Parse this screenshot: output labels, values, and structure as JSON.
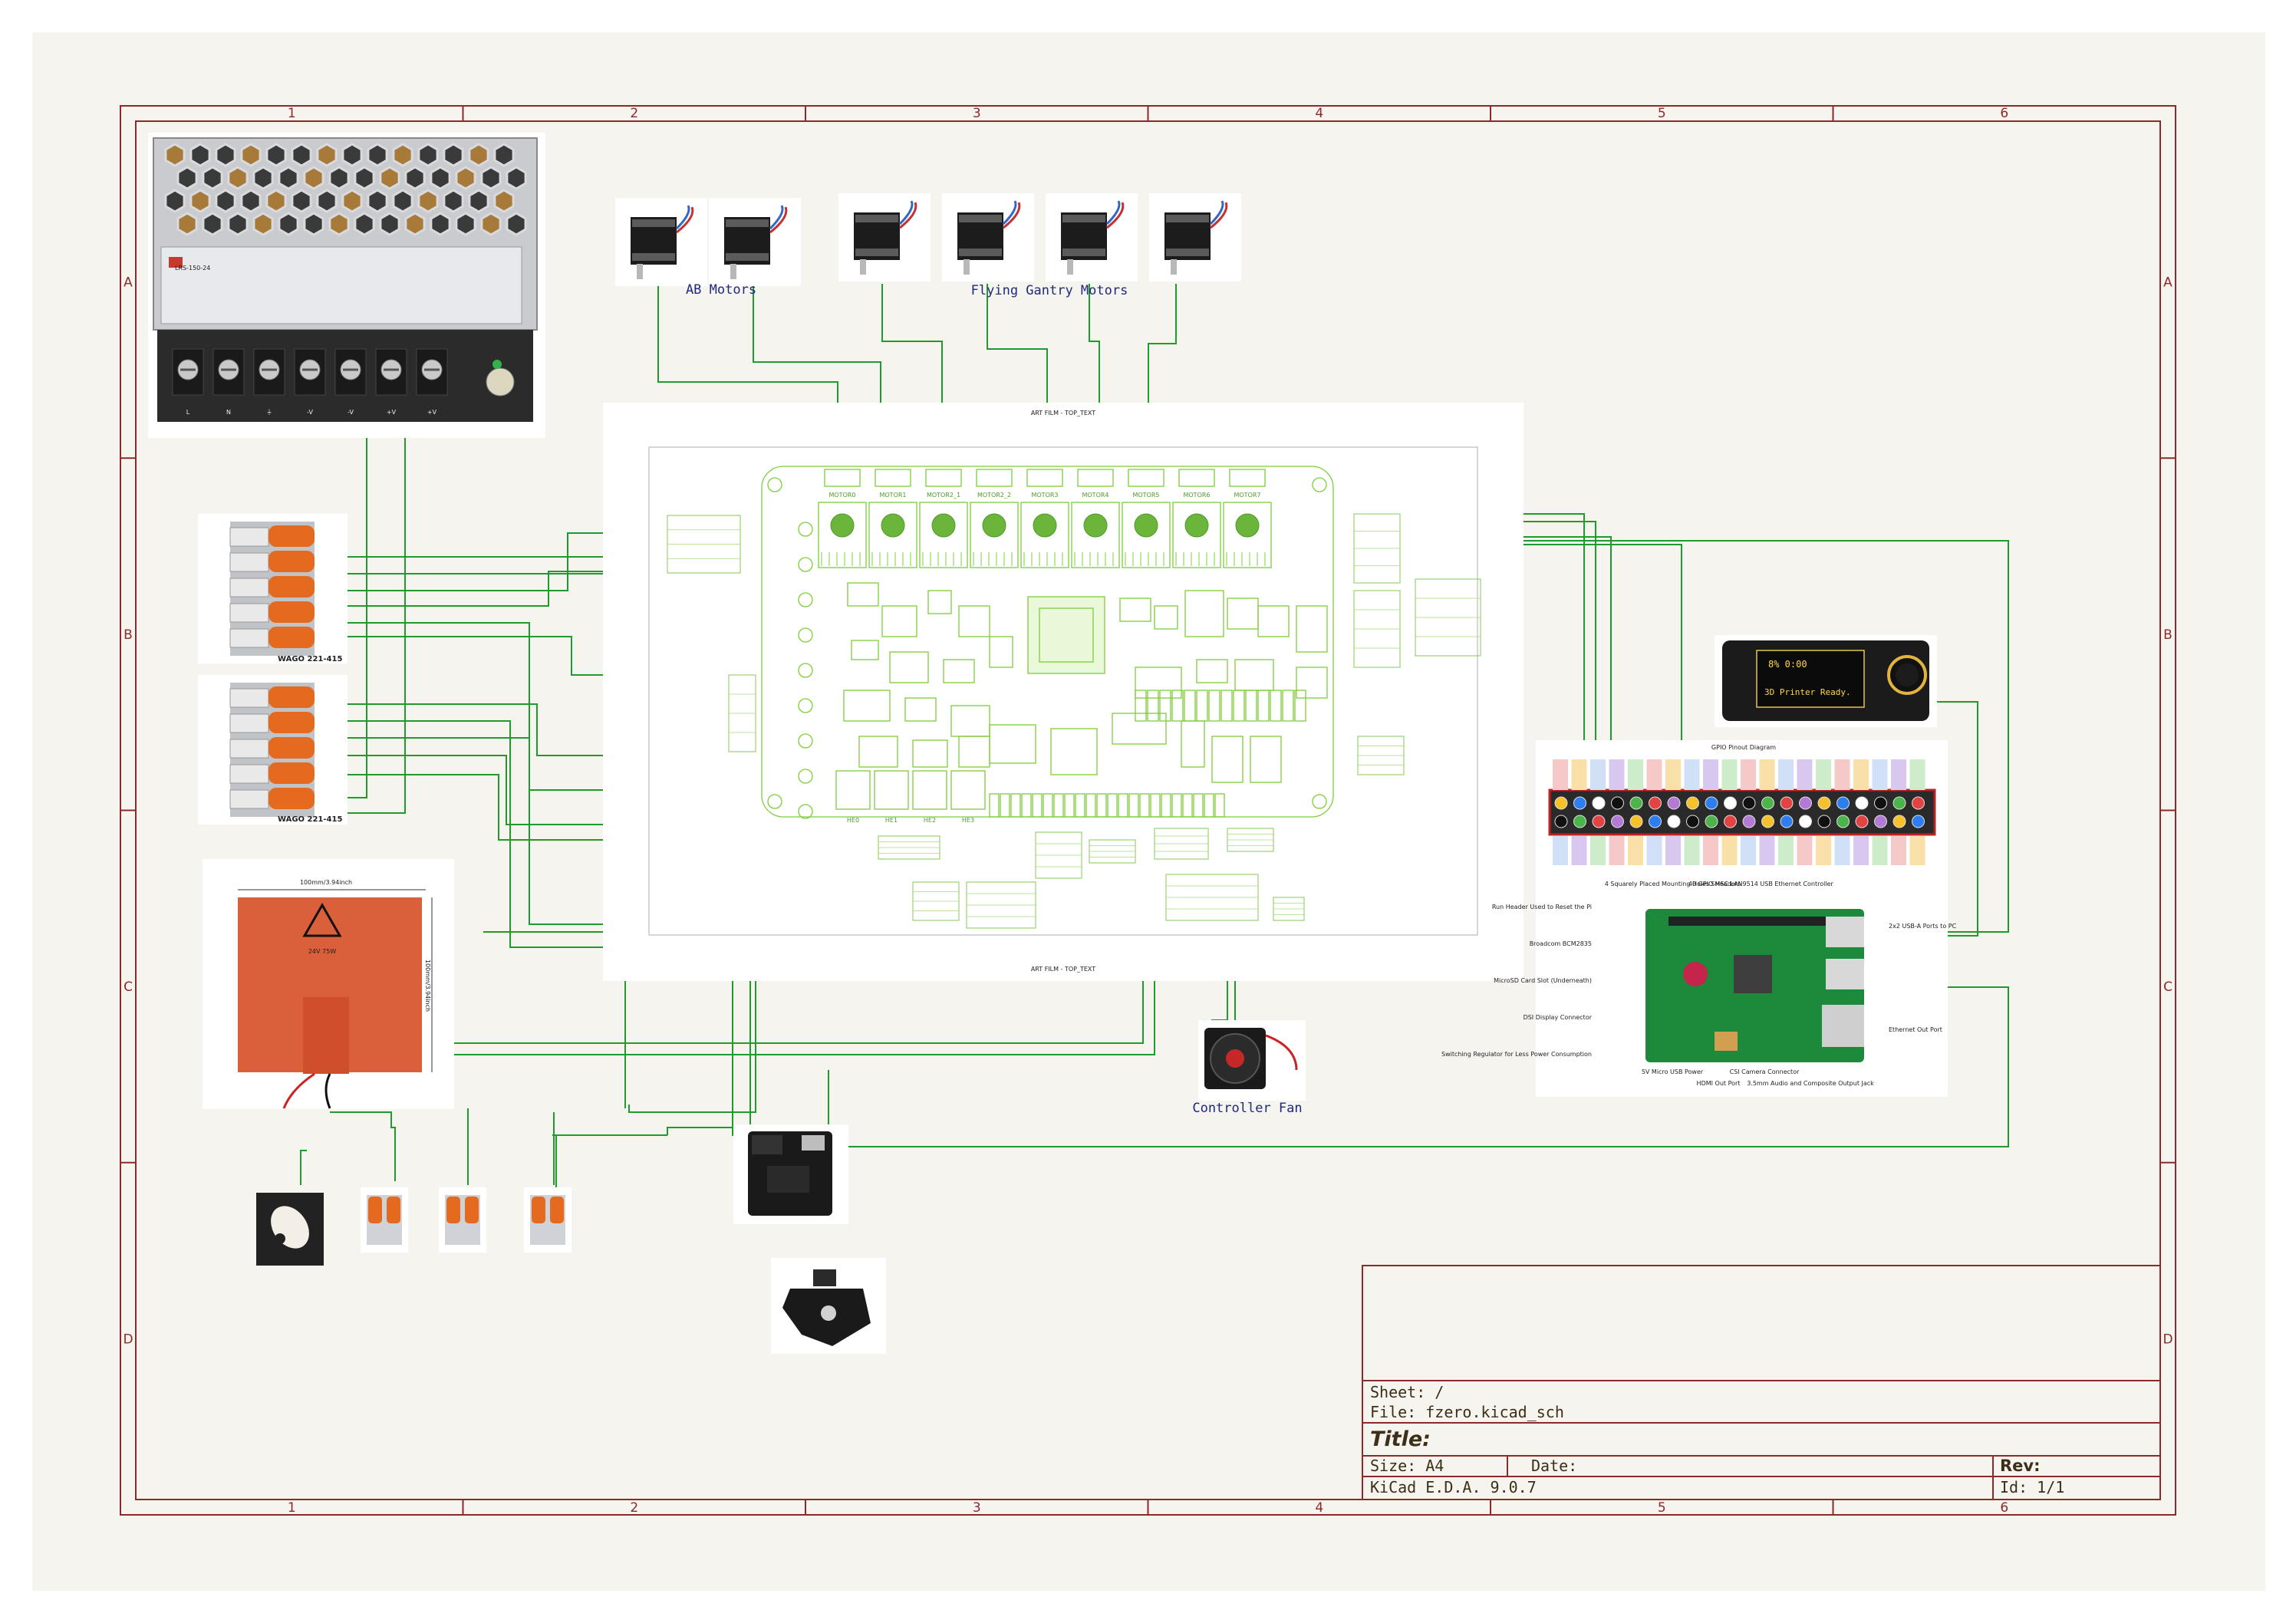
{
  "sheet": {
    "zone_columns": [
      "1",
      "2",
      "3",
      "4",
      "5",
      "6"
    ],
    "zone_rows": [
      "A",
      "B",
      "C",
      "D"
    ],
    "border_color": "#8b2a2a",
    "paper_color": "#f5f4ef",
    "wire_color": "#1f9a2c"
  },
  "labels": {
    "ab_motors": "AB Motors",
    "gantry_motors": "Flying Gantry Motors",
    "controller_fan": "Controller Fan",
    "wago_1": "WAGO 221-415",
    "wago_2": "WAGO 221-415",
    "heater_width": "100mm/3.94inch",
    "heater_height": "100mm/3.94inch",
    "heater_rating": "24V 75W"
  },
  "psu": {
    "model": "LRS-150-24",
    "terminals": [
      "L",
      "N",
      "⏚",
      "-V",
      "-V",
      "+V",
      "+V"
    ]
  },
  "controller_board": {
    "top_text": "ART FILM - TOP_TEXT",
    "bottom_text": "ART FILM - TOP_TEXT",
    "motor_labels": [
      "MOTOR0",
      "MOTOR1",
      "MOTOR2_1",
      "MOTOR2_2",
      "MOTOR3",
      "MOTOR4",
      "MOTOR5",
      "MOTOR6",
      "MOTOR7"
    ],
    "heater_labels": [
      "HE0",
      "HE1",
      "HE2",
      "HE3"
    ]
  },
  "display": {
    "line1": "8% 0:00",
    "line2": "3D Printer Ready."
  },
  "raspberry_pi": {
    "gpio_title": "GPIO Pinout Diagram",
    "callouts_left": [
      "Run Header Used to Reset the Pi",
      "Broadcom BCM2835",
      "MicroSD Card Slot (Underneath)",
      "DSI Display Connector",
      "Switching Regulator for Less Power Consumption"
    ],
    "callouts_top": [
      "4 Squarely Placed Mounting Holes",
      "40 GPIO Headers",
      "SMSC LAN9514 USB Ethernet Controller"
    ],
    "callouts_right": [
      "2x2 USB-A Ports to PC",
      "Ethernet Out Port"
    ],
    "callouts_bottom": [
      "5V Micro USB Power",
      "HDMI Out Port",
      "CSI Camera Connector",
      "3.5mm Audio and Composite Output Jack"
    ]
  },
  "title_block": {
    "sheet": "Sheet: /",
    "file": "File: fzero.kicad_sch",
    "title": "Title:",
    "size": "Size: A4",
    "date": "Date:",
    "rev": "Rev:",
    "tool": "KiCad E.D.A. 9.0.7",
    "id": "Id: 1/1"
  }
}
